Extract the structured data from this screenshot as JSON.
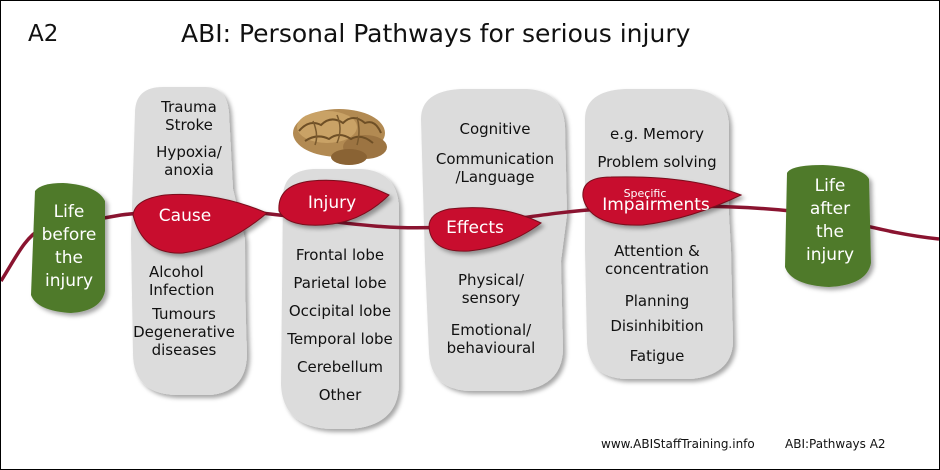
{
  "header": {
    "code": "A2",
    "title": "ABI: Personal Pathways for serious injury"
  },
  "start_node": {
    "label": [
      "Life",
      "before",
      "the",
      "injury"
    ]
  },
  "end_node": {
    "label": [
      "Life",
      "after",
      "the",
      "injury"
    ]
  },
  "stages": {
    "cause": {
      "label": "Cause",
      "above": [
        "Trauma",
        "Stroke",
        "Hypoxia/",
        "anoxia"
      ],
      "below": [
        "Alcohol",
        "Infection",
        "Tumours",
        "Degenerative",
        "diseases"
      ]
    },
    "injury": {
      "label": "Injury",
      "below": [
        "Frontal lobe",
        "Parietal lobe",
        "Occipital lobe",
        "Temporal lobe",
        "Cerebellum",
        "Other"
      ]
    },
    "effects": {
      "label": "Effects",
      "above": [
        "Cognitive",
        "Communication",
        "/Language"
      ],
      "below": [
        "Physical/",
        "sensory",
        "Emotional/",
        "behavioural"
      ]
    },
    "impairments": {
      "label": "Impairments",
      "qualifier": "Specific",
      "above": [
        "e.g. Memory",
        "Problem solving"
      ],
      "below": [
        "Attention &",
        "concentration",
        "Planning",
        "Disinhibition",
        "Fatigue"
      ]
    }
  },
  "footer": {
    "website": "www.ABIStaffTraining.info",
    "code": "ABI:Pathways A2"
  },
  "colors": {
    "path": "#8a1430",
    "leaf": "#c8102e",
    "green": "#4f7a2b",
    "panel": "#dcdcdc"
  }
}
